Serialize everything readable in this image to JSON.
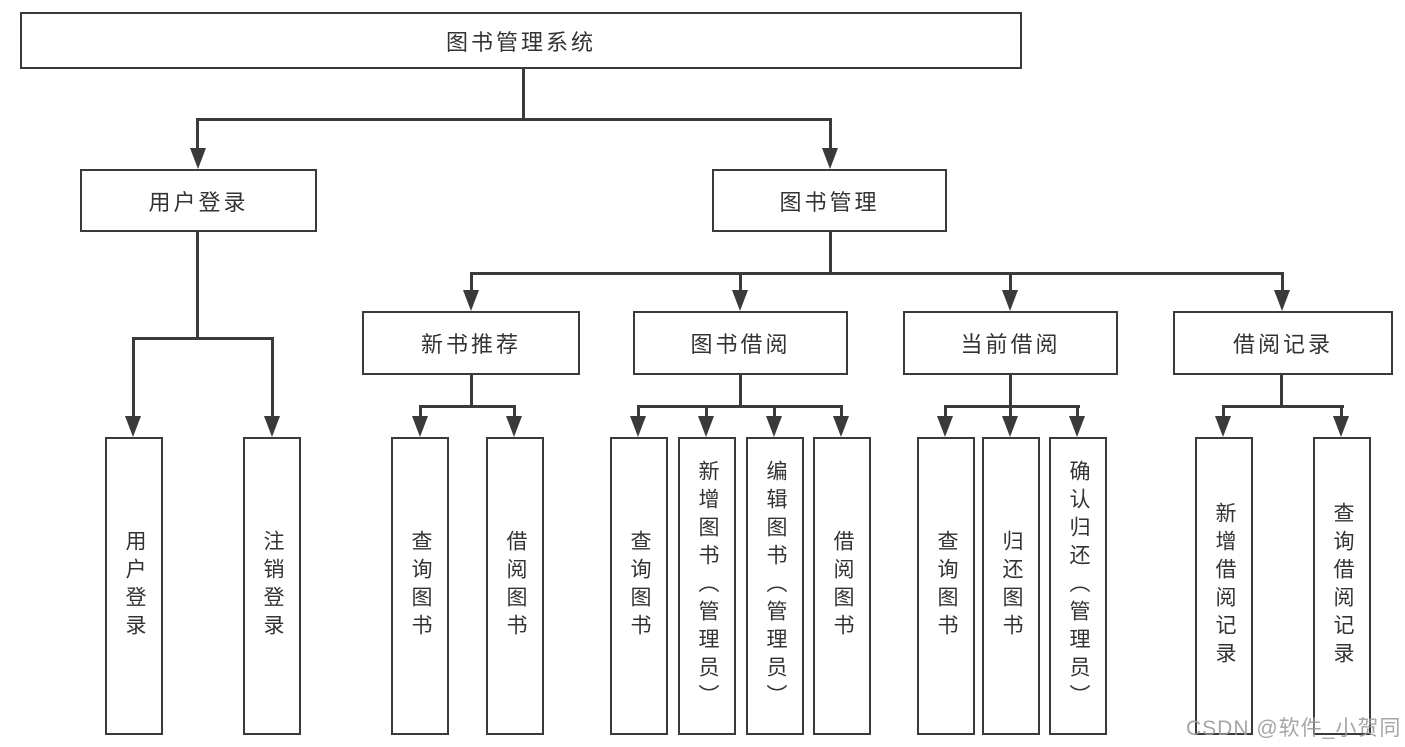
{
  "diagram": {
    "type": "feature-tree",
    "root": {
      "label": "图书管理系统"
    },
    "branches": [
      {
        "label": "用户登录",
        "children": [
          {
            "label": "用户登录"
          },
          {
            "label": "注销登录"
          }
        ]
      },
      {
        "label": "图书管理",
        "children": [
          {
            "label": "新书推荐",
            "children": [
              {
                "label": "查询图书"
              },
              {
                "label": "借阅图书"
              }
            ]
          },
          {
            "label": "图书借阅",
            "children": [
              {
                "label": "查询图书"
              },
              {
                "label": "新增图书（管理员）"
              },
              {
                "label": "编辑图书（管理员）"
              },
              {
                "label": "借阅图书"
              }
            ]
          },
          {
            "label": "当前借阅",
            "children": [
              {
                "label": "查询图书"
              },
              {
                "label": "归还图书"
              },
              {
                "label": "确认归还（管理员）"
              }
            ]
          },
          {
            "label": "借阅记录",
            "children": [
              {
                "label": "新增借阅记录"
              },
              {
                "label": "查询借阅记录"
              }
            ]
          }
        ]
      }
    ]
  },
  "watermark": {
    "text": "CSDN @软件_小贺同学"
  },
  "colors": {
    "line": "#3a3a3a",
    "box_border": "#3a3a3a",
    "text": "#333333",
    "background": "#ffffff",
    "watermark": "#9d9d9d"
  }
}
